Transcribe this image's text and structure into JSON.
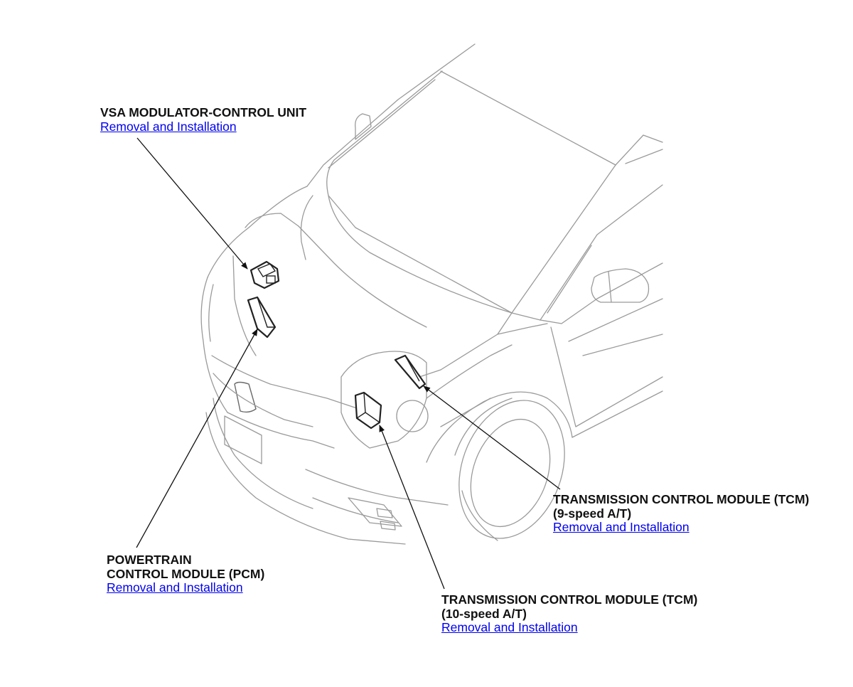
{
  "callouts": {
    "vsa": {
      "title": "VSA MODULATOR-CONTROL UNIT",
      "link": "Removal and Installation"
    },
    "pcm": {
      "title_line1": "POWERTRAIN",
      "title_line2": "CONTROL MODULE (PCM)",
      "link": "Removal and Installation"
    },
    "tcm9": {
      "title_line1": "TRANSMISSION CONTROL MODULE (TCM)",
      "title_line2": "(9-speed A/T)",
      "link": "Removal and Installation"
    },
    "tcm10": {
      "title_line1": "TRANSMISSION CONTROL MODULE (TCM)",
      "title_line2": "(10-speed A/T)",
      "link": "Removal and Installation"
    }
  },
  "colors": {
    "link": "#0000ee",
    "text": "#111111",
    "car_outline": "#9a9a9a",
    "part_outline": "#222222"
  }
}
